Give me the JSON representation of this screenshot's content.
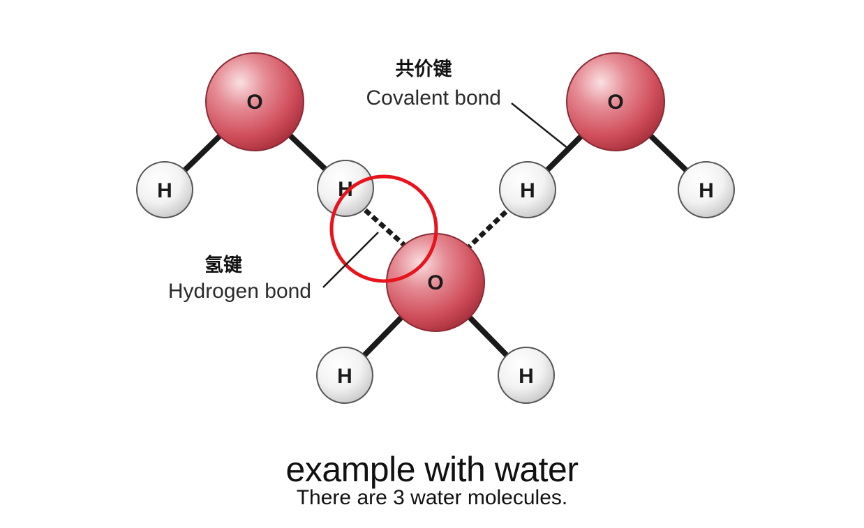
{
  "molecules": [
    {
      "name": "water-molecule-left",
      "atoms": [
        {
          "element": "O",
          "label": "O"
        },
        {
          "element": "H",
          "label": "H"
        },
        {
          "element": "H",
          "label": "H"
        }
      ]
    },
    {
      "name": "water-molecule-center",
      "atoms": [
        {
          "element": "O",
          "label": "O"
        },
        {
          "element": "H",
          "label": "H"
        },
        {
          "element": "H",
          "label": "H"
        }
      ]
    },
    {
      "name": "water-molecule-right",
      "atoms": [
        {
          "element": "O",
          "label": "O"
        },
        {
          "element": "H",
          "label": "H"
        },
        {
          "element": "H",
          "label": "H"
        }
      ]
    }
  ],
  "annotations": {
    "covalent_bond": {
      "zh": "共价键",
      "en": "Covalent bond"
    },
    "hydrogen_bond": {
      "zh": "氢键",
      "en": "Hydrogen bond"
    }
  },
  "caption": {
    "title": "example with water",
    "subtitle": "There are 3 water molecules."
  },
  "colors": {
    "oxygen": "#d2525f",
    "oxygen_highlight": "#f7d3d6",
    "hydrogen": "#e6e6e6",
    "hydrogen_highlight": "#ffffff",
    "bond": "#1a1a1a",
    "highlight_circle": "#e8141d"
  }
}
